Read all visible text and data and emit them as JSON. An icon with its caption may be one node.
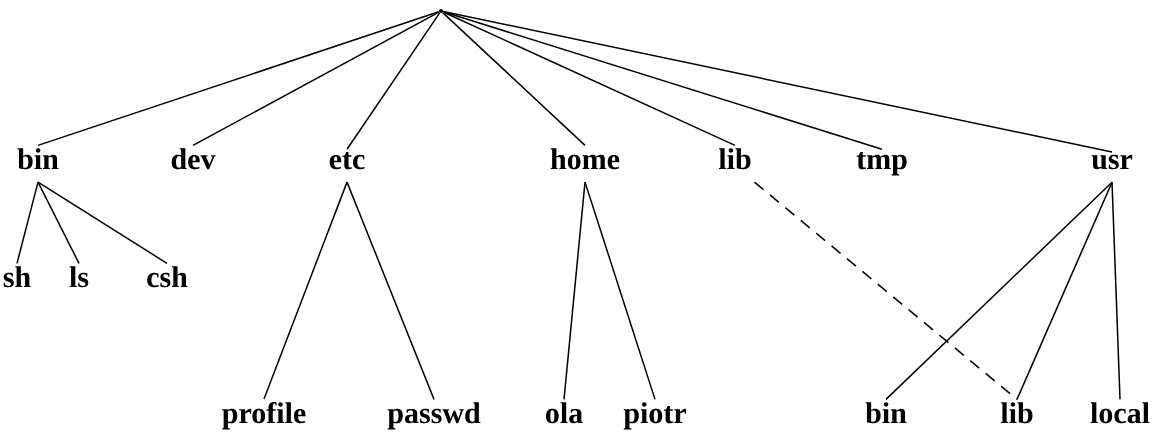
{
  "diagram": {
    "nodes": [
      {
        "text": [],
        "shape": "point"
      },
      {
        "text": [
          "bin"
        ]
      },
      {
        "text": [
          "dev"
        ]
      },
      {
        "text": [
          "etc"
        ]
      },
      {
        "text": [
          "home"
        ]
      },
      {
        "text": [
          "lib"
        ]
      },
      {
        "text": [
          "tmp"
        ]
      },
      {
        "text": [
          "usr"
        ]
      },
      {
        "text": [
          "sh"
        ]
      },
      {
        "text": [
          "ls"
        ]
      },
      {
        "text": [
          "csh"
        ]
      },
      {
        "text": [
          "profile"
        ]
      },
      {
        "text": [
          "passwd"
        ]
      },
      {
        "text": [
          "ola"
        ]
      },
      {
        "text": [
          "piotr"
        ]
      },
      {
        "text": [
          "bin"
        ]
      },
      {
        "text": [
          "lib"
        ]
      },
      {
        "text": [
          "local"
        ]
      }
    ],
    "edges": [
      {
        "from": 0,
        "to": 1,
        "arrow": "none"
      },
      {
        "from": 0,
        "to": 2,
        "arrow": "none"
      },
      {
        "from": 0,
        "to": 3,
        "arrow": "none"
      },
      {
        "from": 0,
        "to": 4,
        "arrow": "none"
      },
      {
        "from": 0,
        "to": 5,
        "arrow": "none"
      },
      {
        "from": 0,
        "to": 6,
        "arrow": "none"
      },
      {
        "from": 0,
        "to": 7,
        "arrow": "none"
      },
      {
        "from": 1,
        "to": 8,
        "arrow": "none"
      },
      {
        "from": 1,
        "to": 9,
        "arrow": "none"
      },
      {
        "from": 1,
        "to": 10,
        "arrow": "none"
      },
      {
        "from": 3,
        "to": 11,
        "arrow": "none"
      },
      {
        "from": 3,
        "to": 12,
        "arrow": "none"
      },
      {
        "from": 4,
        "to": 13,
        "arrow": "none"
      },
      {
        "from": 4,
        "to": 14,
        "arrow": "none"
      },
      {
        "from": 7,
        "to": 15,
        "arrow": "none"
      },
      {
        "from": 7,
        "to": 16,
        "arrow": "none"
      },
      {
        "from": 7,
        "to": 17,
        "arrow": "none"
      },
      {
        "from": 5,
        "to": 16,
        "arrow": "none",
        "style": "dashed"
      }
    ]
  }
}
